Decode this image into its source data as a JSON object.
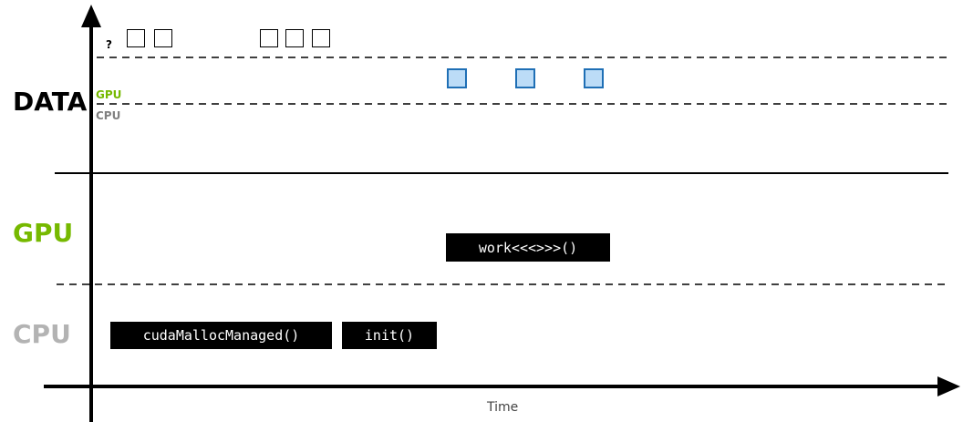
{
  "labels": {
    "data": "DATA",
    "gpu_sub": "GPU",
    "cpu_sub": "CPU",
    "unknown_marker": "?",
    "gpu_lane": "GPU",
    "cpu_lane": "CPU",
    "x_axis": "Time"
  },
  "boxes": {
    "cuda_malloc": "cudaMallocManaged()",
    "init": "init()",
    "work": "work<<<>>>()"
  },
  "colors": {
    "gpu_green": "#76b900",
    "cpu_gray": "#b3b3b3",
    "data_blue_border": "#1f6fb5",
    "data_blue_fill": "#bcdcf7"
  }
}
